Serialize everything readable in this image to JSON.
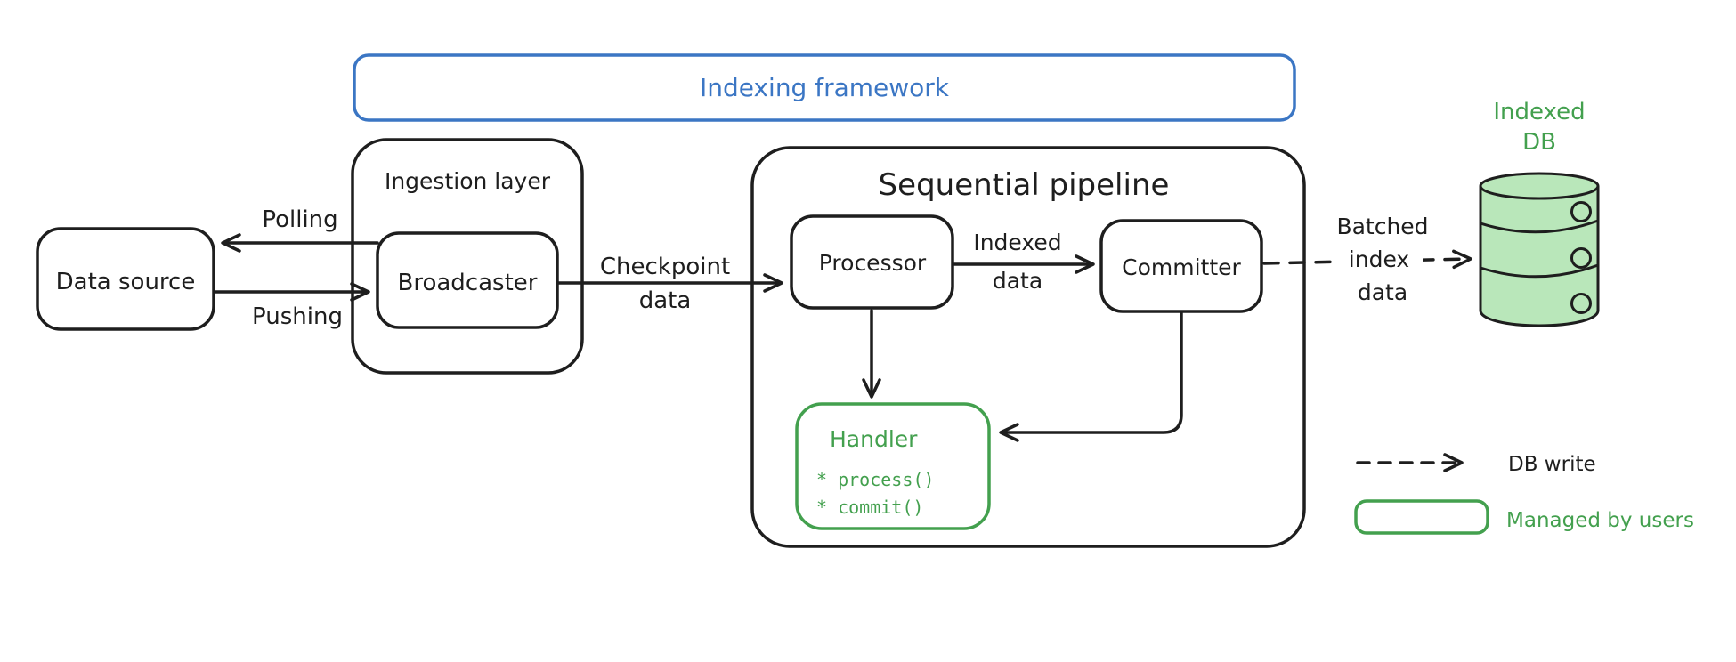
{
  "diagram": {
    "frame": {
      "label": "Indexing framework"
    },
    "nodes": {
      "data_source": {
        "label": "Data source"
      },
      "ingestion_layer": {
        "label": "Ingestion layer"
      },
      "broadcaster": {
        "label": "Broadcaster"
      },
      "sequential_pipeline": {
        "label": "Sequential pipeline"
      },
      "processor": {
        "label": "Processor"
      },
      "committer": {
        "label": "Committer"
      },
      "handler": {
        "title": "Handler",
        "methods": [
          "* process()",
          "* commit()"
        ]
      },
      "indexed_db": {
        "line1": "Indexed",
        "line2": "DB"
      }
    },
    "edges": {
      "polling": {
        "label": "Polling"
      },
      "pushing": {
        "label": "Pushing"
      },
      "checkpoint": {
        "line1": "Checkpoint",
        "line2": "data"
      },
      "indexed": {
        "line1": "Indexed",
        "line2": "data"
      },
      "batched": {
        "line1": "Batched",
        "line2": "index",
        "line3": "data"
      }
    },
    "legend": {
      "db_write": "DB write",
      "managed_by_users": "Managed by users"
    },
    "colors": {
      "black": "#1e1e1e",
      "blue": "#3b76c4",
      "green": "#43a04e",
      "green_fill": "#b9e7ba",
      "background": "#ffffff"
    }
  }
}
